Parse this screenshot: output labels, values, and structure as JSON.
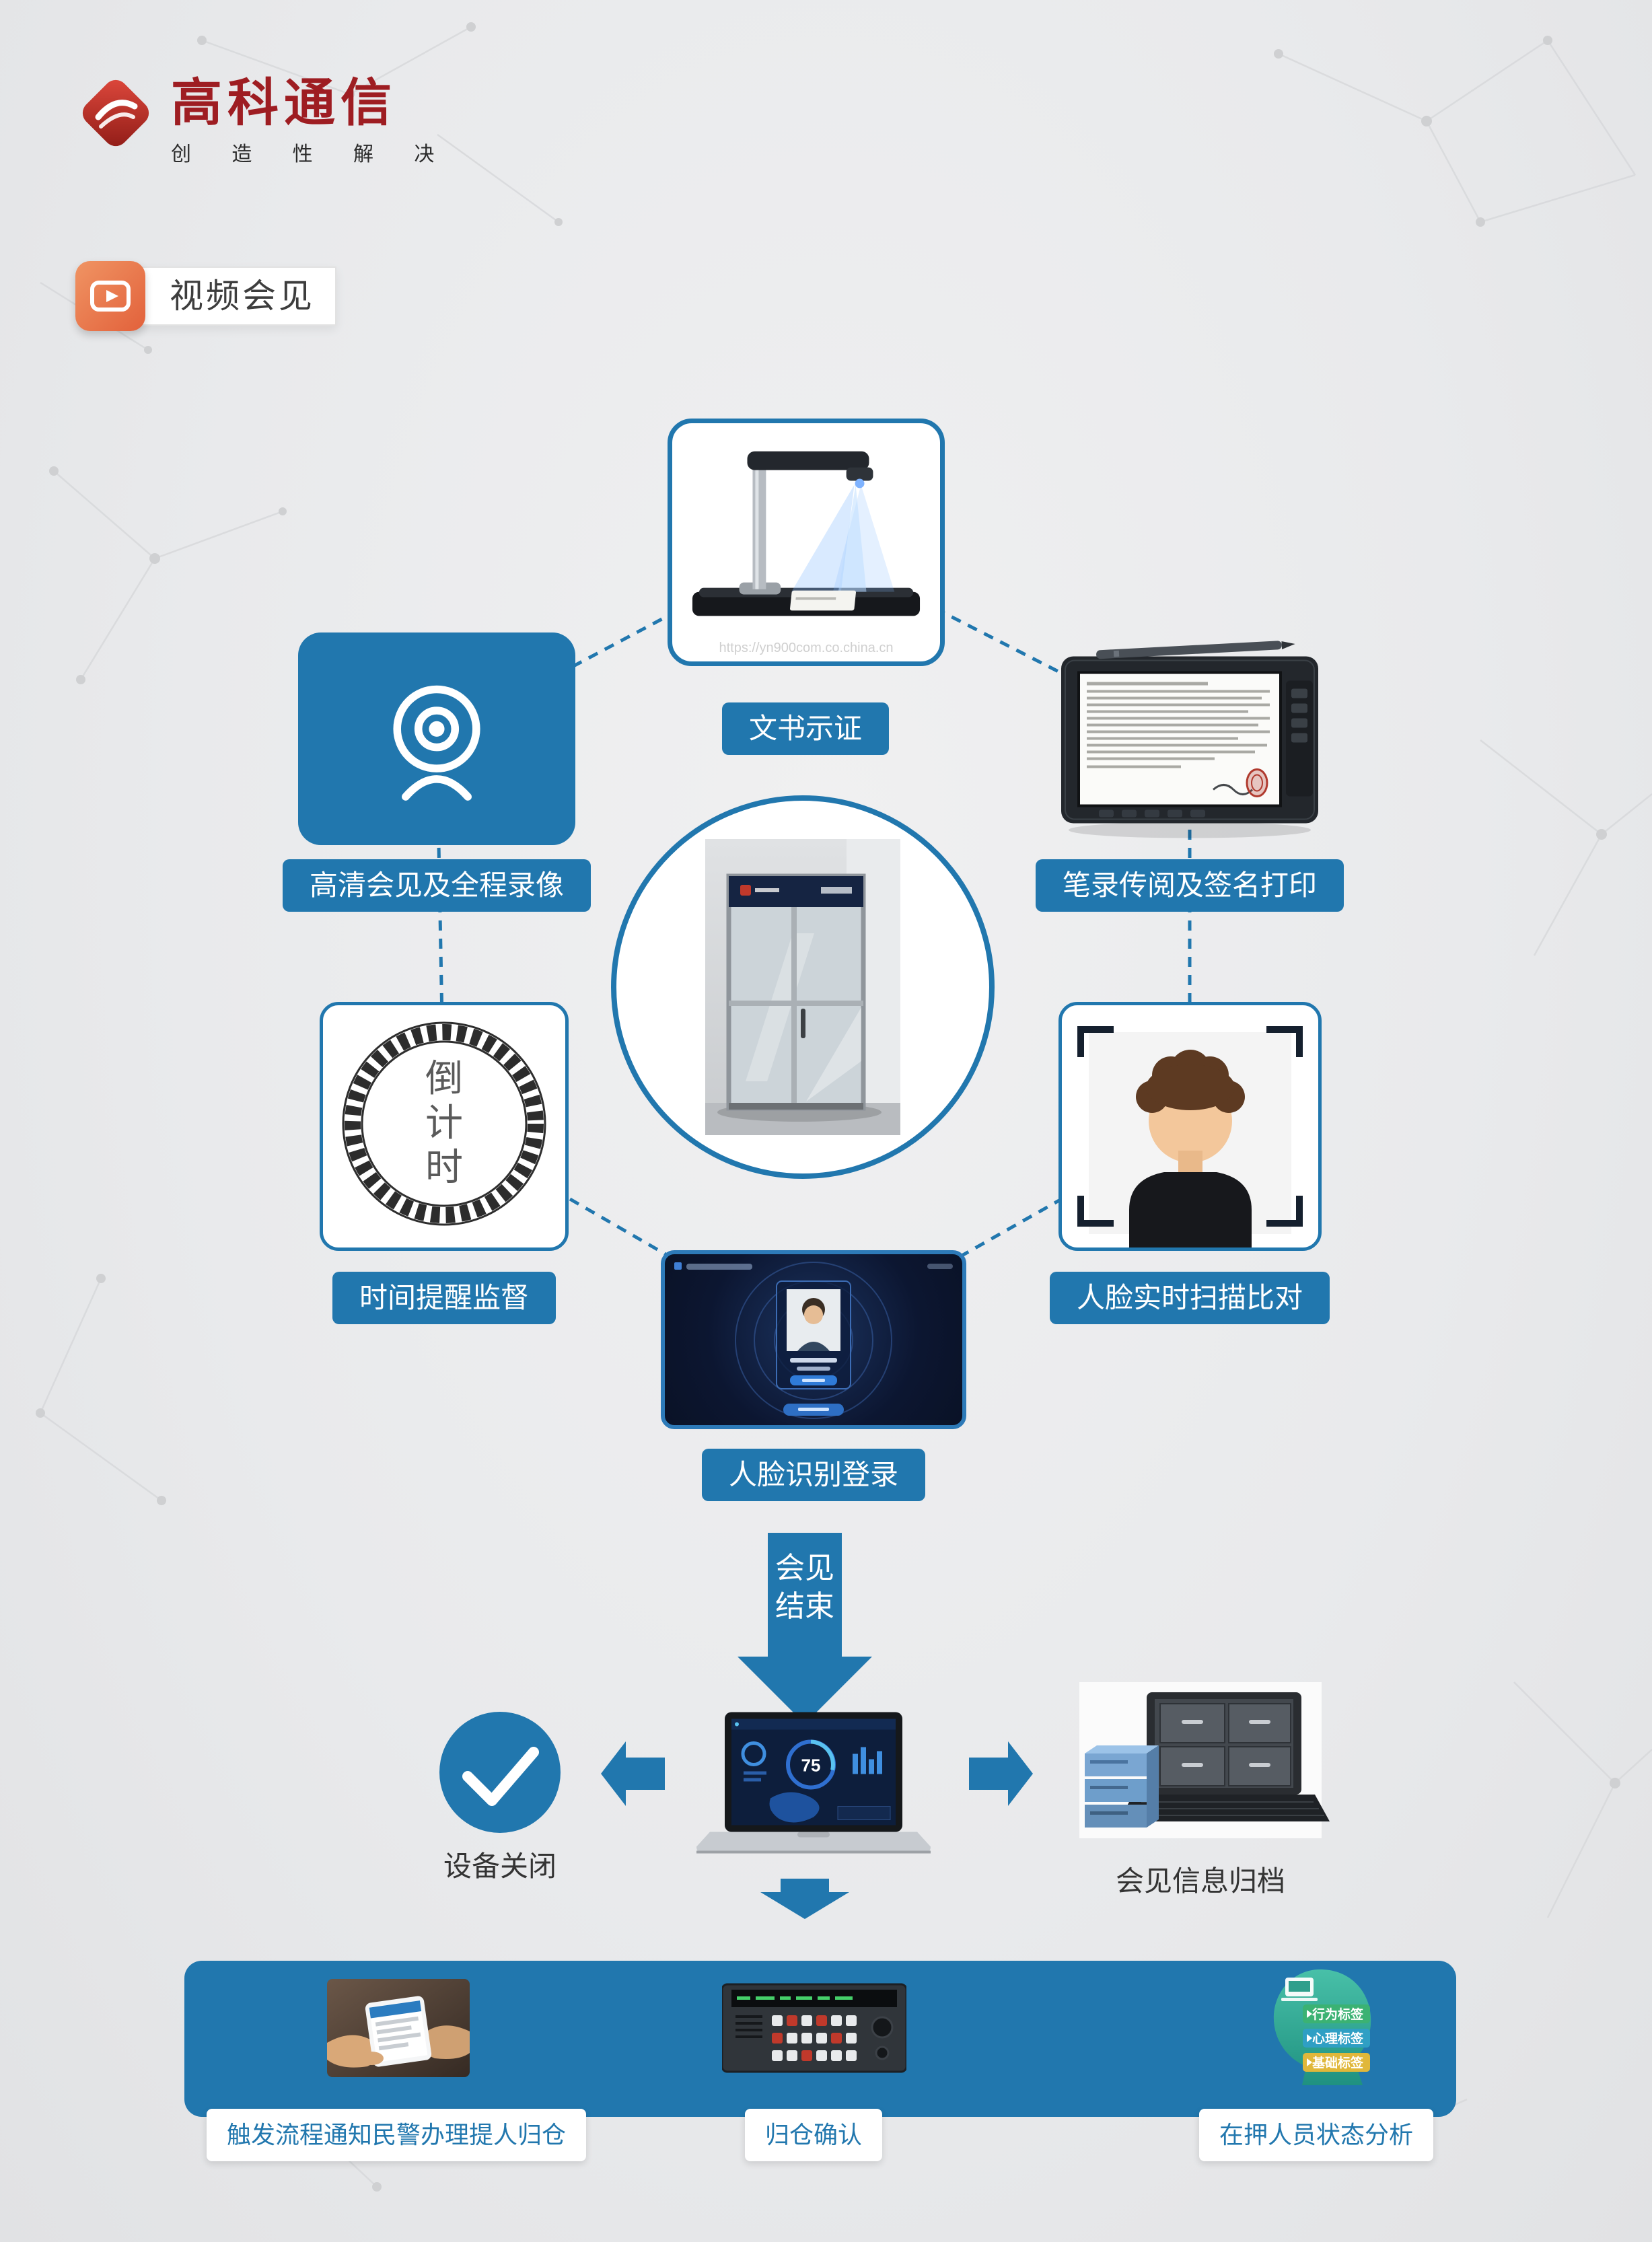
{
  "brand": {
    "name": "高科通信",
    "tagline": "创 造 性 解 决"
  },
  "section": {
    "title": "视频会见"
  },
  "nodes": {
    "document": {
      "label": "文书示证"
    },
    "record": {
      "label": "笔录传阅及签名打印"
    },
    "hd": {
      "label": "高清会见及全程录像"
    },
    "time": {
      "label": "时间提醒监督",
      "countdown": "倒计时"
    },
    "face": {
      "label": "人脸实时扫描比对"
    },
    "login": {
      "label": "人脸识别登录"
    }
  },
  "flow": {
    "meeting_end": "会见结束",
    "device_off": "设备关闭",
    "archive": "会见信息归档"
  },
  "bottom": {
    "items": [
      {
        "label": "触发流程通知民警办理提人归仓"
      },
      {
        "label": "归仓确认"
      },
      {
        "label": "在押人员状态分析"
      }
    ],
    "head_tags": [
      "行为标签",
      "心理标签",
      "基础标签"
    ]
  },
  "laptop": {
    "gauge": "75"
  },
  "watermark": "https://yn900com.co.china.cn",
  "colors": {
    "primary": "#2177ae",
    "orange": "#e8714c",
    "logo_red": "#9e1d22"
  }
}
